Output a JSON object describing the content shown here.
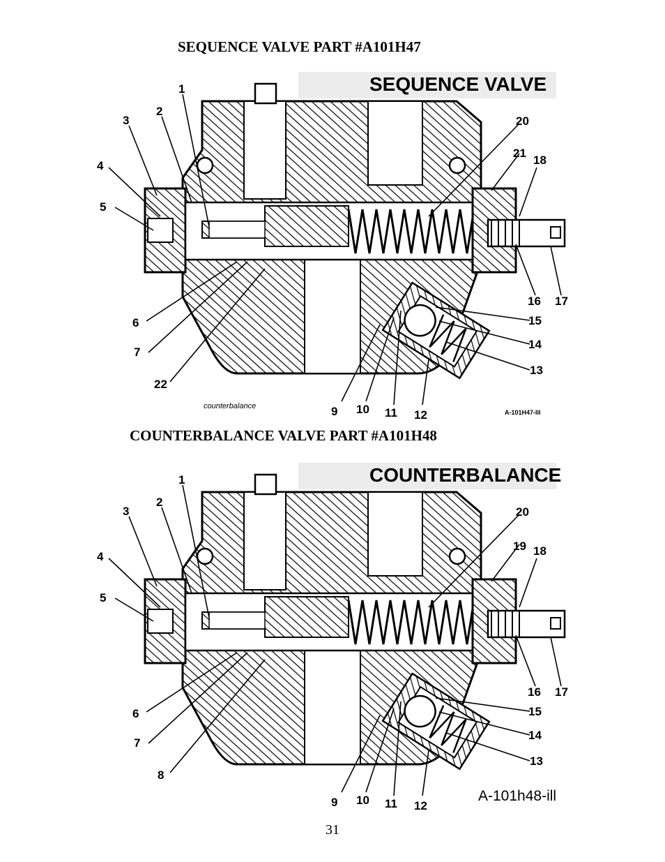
{
  "page": {
    "heading_1": "SEQUENCE VALVE PART #A101H47",
    "heading_2": "COUNTERBALANCE VALVE PART #A101H48",
    "page_number": "31"
  },
  "diagrams": [
    {
      "banner": "SEQUENCE VALVE",
      "caption": "counterbalance",
      "reference": "A-101H47-Ill",
      "callouts": [
        "1",
        "2",
        "3",
        "4",
        "5",
        "6",
        "7",
        "22",
        "9",
        "10",
        "11",
        "12",
        "13",
        "14",
        "15",
        "16",
        "17",
        "18",
        "20",
        "21"
      ]
    },
    {
      "banner": "COUNTERBALANCE",
      "reference": "A-101h48-ill",
      "callouts": [
        "1",
        "2",
        "3",
        "4",
        "5",
        "6",
        "7",
        "8",
        "9",
        "10",
        "11",
        "12",
        "13",
        "14",
        "15",
        "16",
        "17",
        "18",
        "19",
        "20"
      ]
    }
  ]
}
